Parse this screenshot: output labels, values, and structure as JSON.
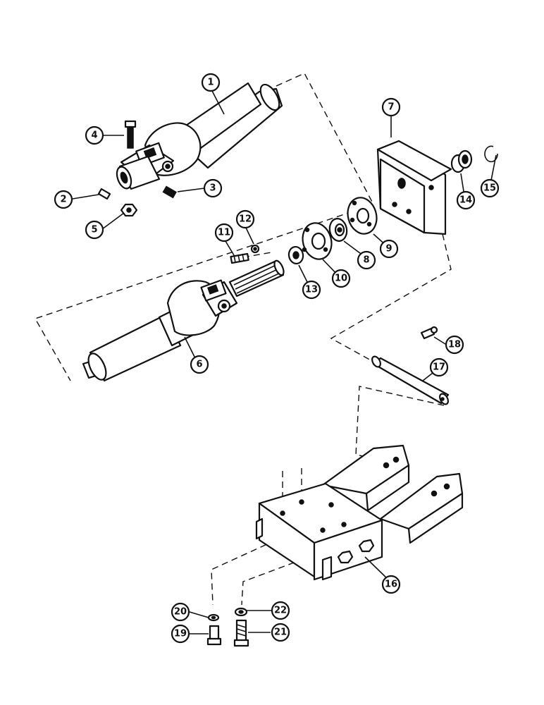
{
  "diagram": {
    "callouts": [
      {
        "id": "c1",
        "label": "1"
      },
      {
        "id": "c2",
        "label": "2"
      },
      {
        "id": "c3",
        "label": "3"
      },
      {
        "id": "c4",
        "label": "4"
      },
      {
        "id": "c5",
        "label": "5"
      },
      {
        "id": "c6",
        "label": "6"
      },
      {
        "id": "c7",
        "label": "7"
      },
      {
        "id": "c8",
        "label": "8"
      },
      {
        "id": "c9",
        "label": "9"
      },
      {
        "id": "c10",
        "label": "10"
      },
      {
        "id": "c11",
        "label": "11"
      },
      {
        "id": "c12",
        "label": "12"
      },
      {
        "id": "c13",
        "label": "13"
      },
      {
        "id": "c14",
        "label": "14"
      },
      {
        "id": "c15",
        "label": "15"
      },
      {
        "id": "c16",
        "label": "16"
      },
      {
        "id": "c17",
        "label": "17"
      },
      {
        "id": "c18",
        "label": "18"
      },
      {
        "id": "c19",
        "label": "19"
      },
      {
        "id": "c20",
        "label": "20"
      },
      {
        "id": "c21",
        "label": "21"
      },
      {
        "id": "c22",
        "label": "22"
      }
    ]
  },
  "colors": {
    "ink": "#111111",
    "paper": "#ffffff"
  }
}
